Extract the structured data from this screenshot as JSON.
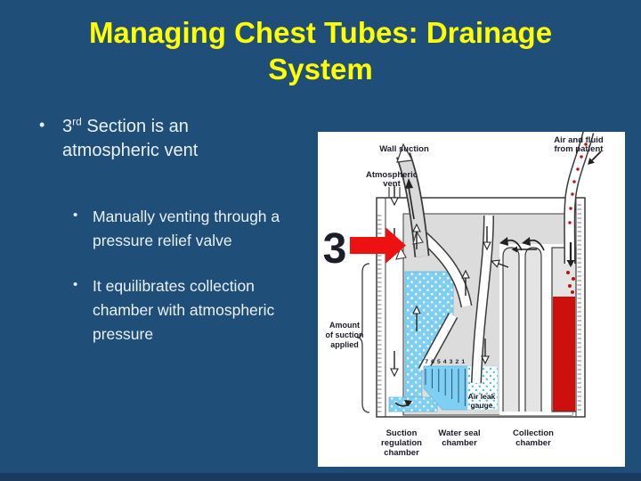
{
  "slide": {
    "title": "Managing Chest Tubes: Drainage System",
    "bullet_glyph": "•",
    "bullet1": {
      "num": "3",
      "sup": "rd",
      "rest": " Section is an atmospheric vent"
    },
    "sub_bullets": [
      "Manually venting through a pressure relief valve",
      "It equilibrates collection chamber with atmospheric pressure"
    ]
  },
  "diagram": {
    "callout_number": "3",
    "labels": {
      "wall_suction": "Wall suction",
      "atmospheric_vent_line1": "Atmospheric",
      "atmospheric_vent_line2": "vent",
      "air_fluid_line1": "Air and fluid",
      "air_fluid_line2": "from patient",
      "amount_line1": "Amount",
      "amount_line2": "of suction",
      "amount_line3": "applied",
      "gauge_numbers": "7 6 5 4 3 2 1",
      "air_leak_line1": "Air leak",
      "air_leak_line2": "gauge",
      "suction_reg_line1": "Suction",
      "suction_reg_line2": "regulation",
      "suction_reg_line3": "chamber",
      "water_seal_line1": "Water seal",
      "water_seal_line2": "chamber",
      "collection_line1": "Collection",
      "collection_line2": "chamber"
    }
  },
  "colors": {
    "background": "#1F4E79",
    "bottom_strip": "#1A3A61",
    "title_text": "#FFFF00",
    "body_text": "#EAF0F8",
    "callout_arrow_red": "#EE1111",
    "collection_fluid_red": "#CF0E0E",
    "water_blue": "#7ECFF2",
    "diagram_gray": "#DCDCDC",
    "label_text": "#1C1C2B"
  }
}
